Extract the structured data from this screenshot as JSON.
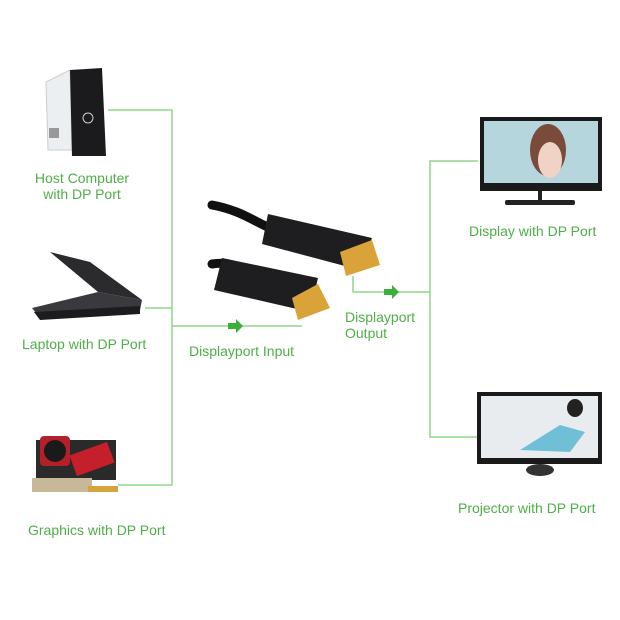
{
  "colors": {
    "label": "#4fae48",
    "line": "#8fd68a",
    "arrow": "#3ab03a"
  },
  "sources": {
    "host": {
      "line1": "Host Computer",
      "line2": "with DP Port"
    },
    "laptop": {
      "label": "Laptop with DP Port"
    },
    "graphics": {
      "label": "Graphics with DP Port"
    }
  },
  "cable": {
    "input_label": "Displayport Input",
    "output_line1": "Displayport",
    "output_line2": "Output"
  },
  "targets": {
    "display": {
      "label": "Display with DP Port"
    },
    "projector": {
      "label": "Projector with DP Port"
    }
  }
}
